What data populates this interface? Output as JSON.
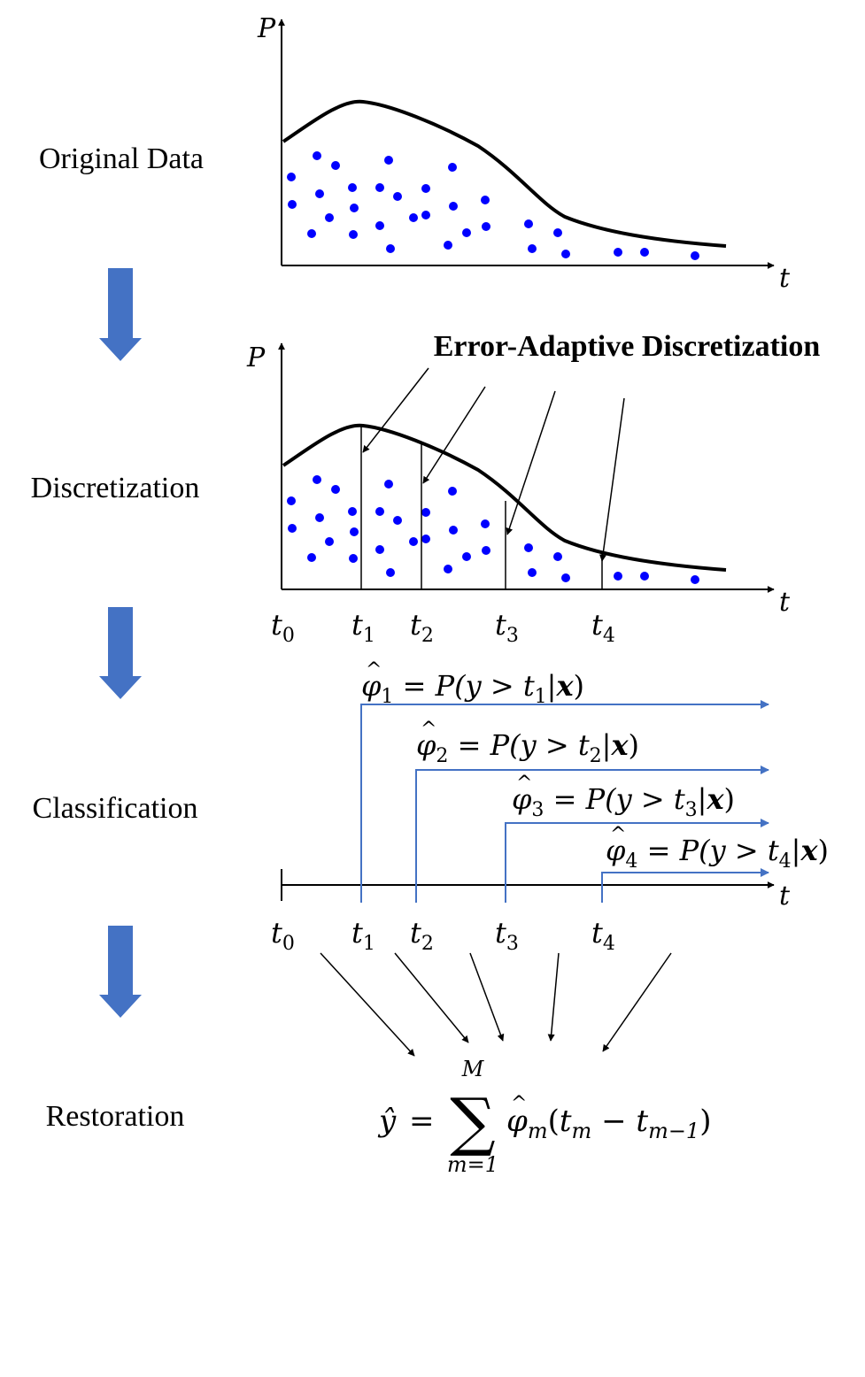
{
  "stages": [
    {
      "label": "Original Data"
    },
    {
      "label": "Discretization"
    },
    {
      "label": "Classification"
    },
    {
      "label": "Restoration"
    }
  ],
  "axes": {
    "y_label": "P",
    "x_label": "t"
  },
  "discretization_title": "Error-Adaptive Discretization",
  "ticks": [
    {
      "base": "t",
      "sub": "0"
    },
    {
      "base": "t",
      "sub": "1"
    },
    {
      "base": "t",
      "sub": "2"
    },
    {
      "base": "t",
      "sub": "3"
    },
    {
      "base": "t",
      "sub": "4"
    }
  ],
  "classifiers": [
    {
      "phi": "φ",
      "sub": "1",
      "rhs_open": " = P(y > t",
      "rhs_sub": "1",
      "bar": "|",
      "x": "x",
      "close": ")"
    },
    {
      "phi": "φ",
      "sub": "2",
      "rhs_open": " = P(y > t",
      "rhs_sub": "2",
      "bar": "|",
      "x": "x",
      "close": ")"
    },
    {
      "phi": "φ",
      "sub": "3",
      "rhs_open": " = P(y > t",
      "rhs_sub": "3",
      "bar": "|",
      "x": "x",
      "close": ")"
    },
    {
      "phi": "φ",
      "sub": "4",
      "rhs_open": " = P(y > t",
      "rhs_sub": "4",
      "bar": "|",
      "x": "x",
      "close": ")"
    }
  ],
  "restoration_formula": {
    "lhs": "ŷ",
    "eq": "=",
    "sum_symbol": "∑",
    "upper": "M",
    "lower": "m=1",
    "phi": "φ",
    "phi_sub": "m",
    "open": "(t",
    "sub1": "m",
    "minus": " − t",
    "sub2": "m−1",
    "close": ")"
  },
  "colors": {
    "dot": "#0000ff",
    "down_arrow": "#4472c4",
    "classifier_line": "#4472c4",
    "curve": "#000000"
  }
}
